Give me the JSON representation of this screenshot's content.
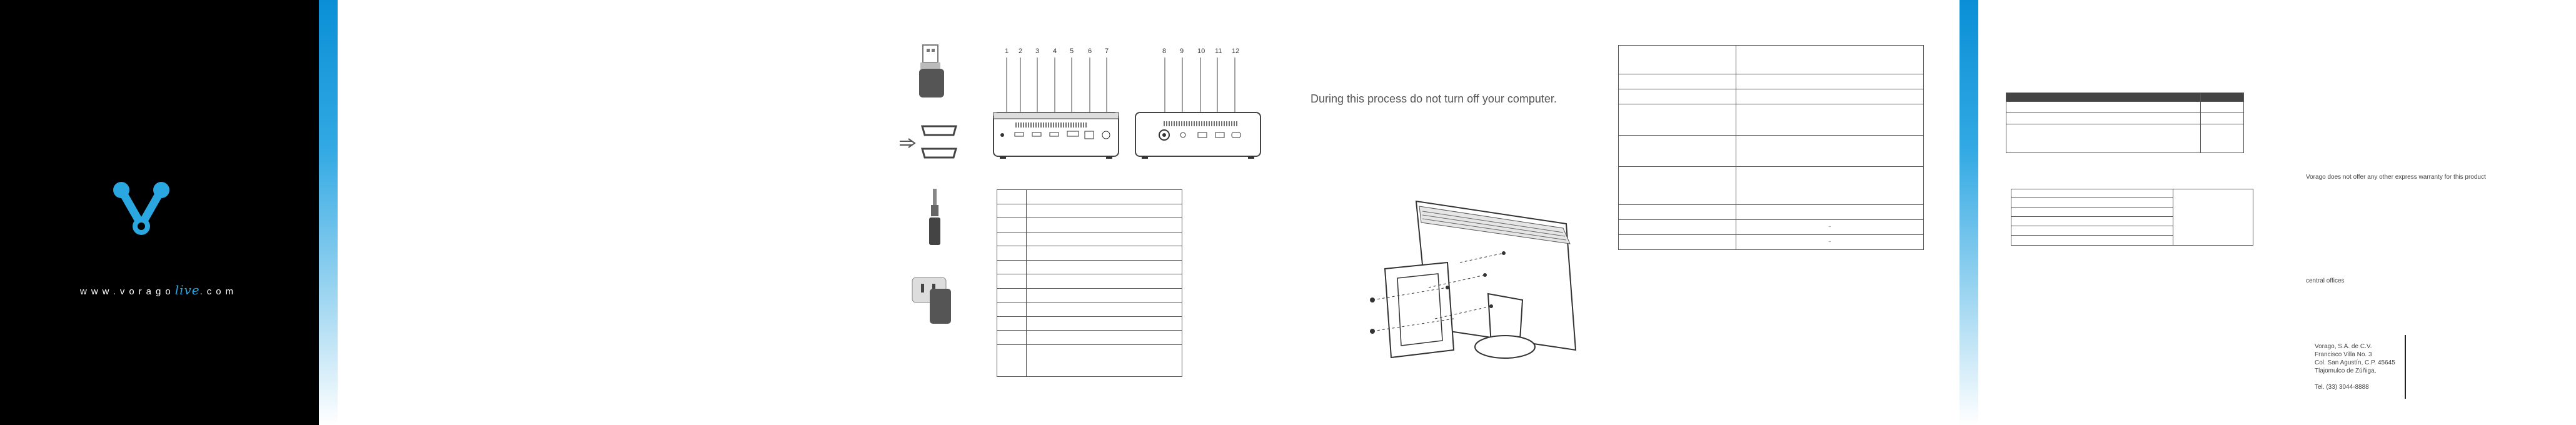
{
  "cover": {
    "url_prefix": "www.vorago",
    "url_live": "live",
    "url_suffix": ".com"
  },
  "ports": {
    "numbers": [
      "1",
      "2",
      "3",
      "4",
      "5",
      "6",
      "7",
      "8",
      "9",
      "10",
      "11",
      "12"
    ]
  },
  "warning_text": "During this process do not turn off your computer.",
  "spec_table": {
    "cells": [
      "",
      "",
      "",
      "",
      "",
      "",
      "",
      "",
      "",
      "",
      "",
      "",
      "",
      "",
      "",
      "",
      "",
      "",
      "",
      "",
      "",
      "",
      "",
      "",
      "",
      "",
      "",
      "",
      "",
      "",
      "",
      "",
      "",
      "",
      "⇔",
      "",
      "⇔"
    ]
  },
  "right_panel": {
    "warranty_note": "Vorago does not offer any other express warranty for this product",
    "official_note": "central offices",
    "address_lines": [
      "Vorago, S.A. de C.V.",
      "Francisco Villa No. 3",
      "Col. San Agustín, C.P. 45645",
      "Tlajomulco de Zúñiga,",
      "",
      "Tel. (33) 3044-8888"
    ]
  }
}
